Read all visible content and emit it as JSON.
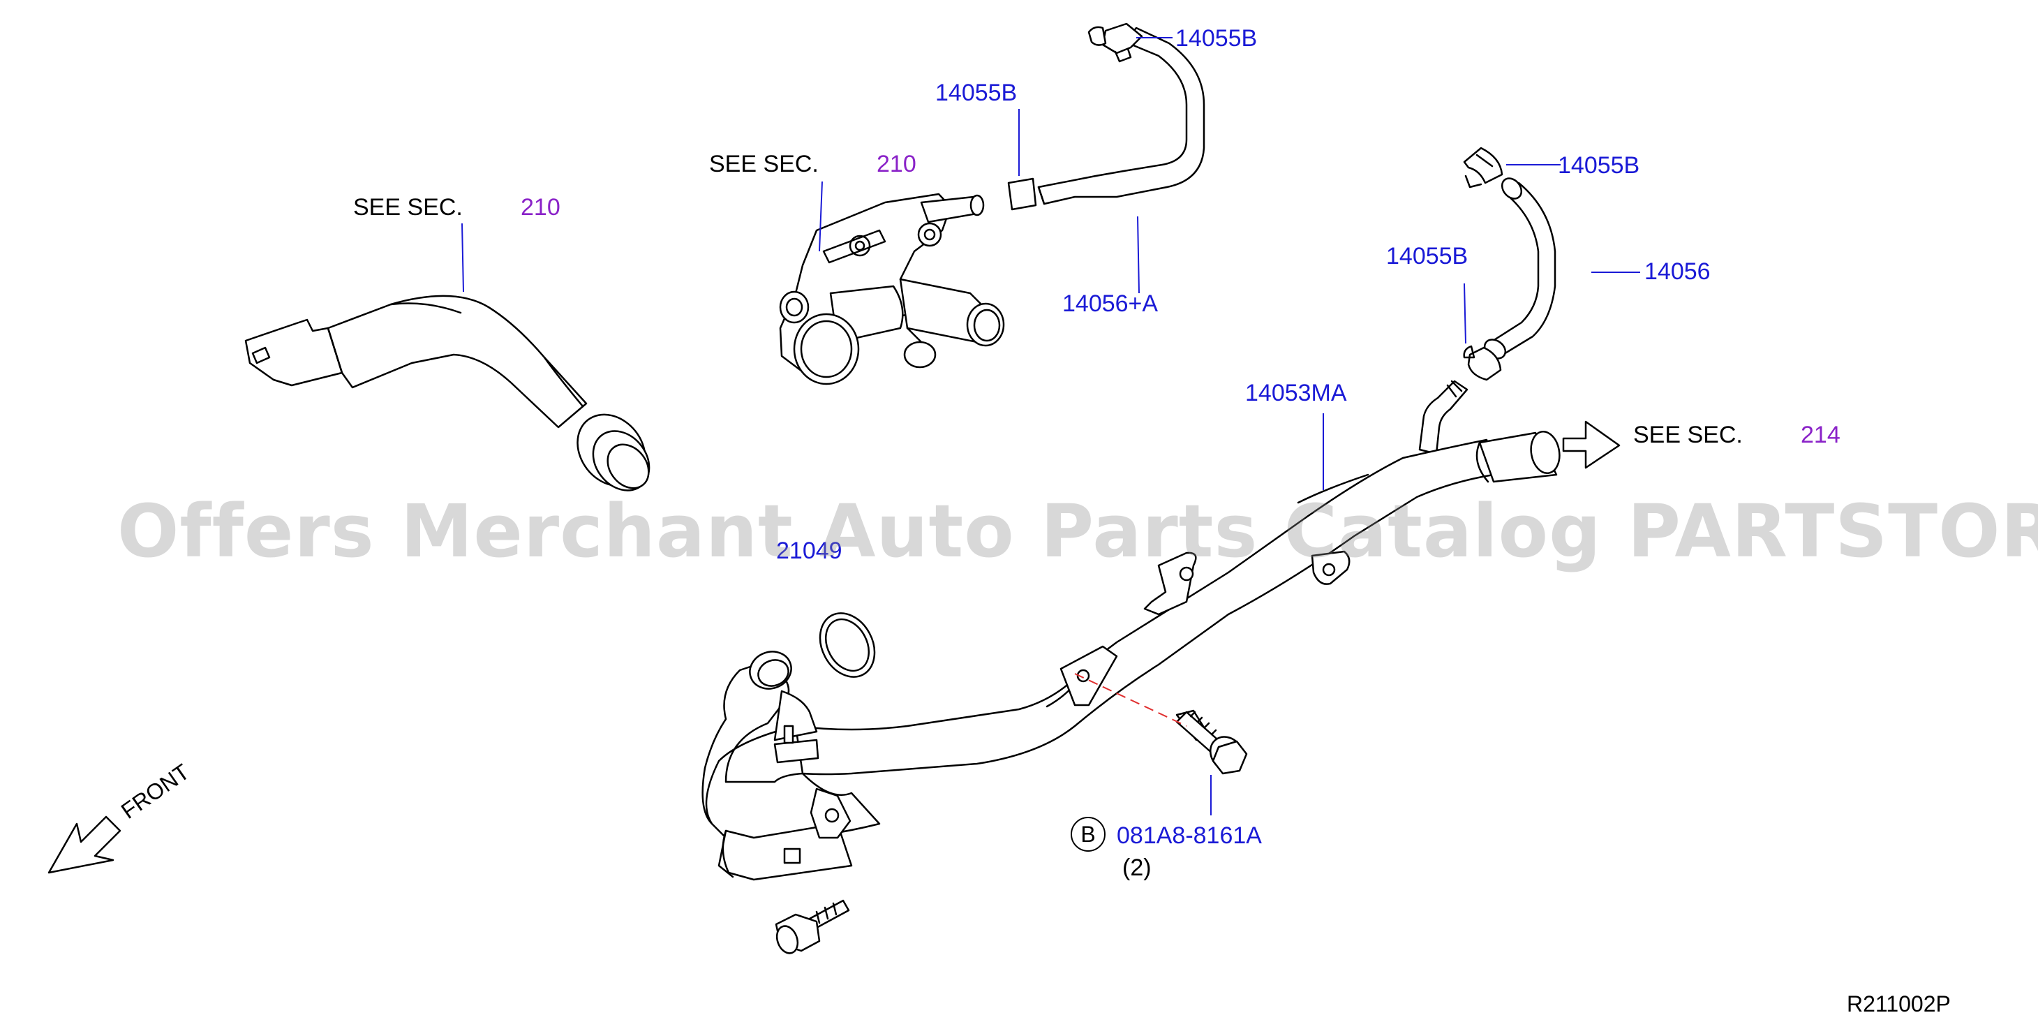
{
  "colors": {
    "part_number": "#1a1ad6",
    "section_number": "#8a22c8",
    "leader_line": "#1a1ad6",
    "outline": "#000000",
    "hidden_line": "#e03030",
    "watermark": "#8c8c8c"
  },
  "see_sec_label": "SEE   SEC.",
  "labels": {
    "see_sec_left_number": "210",
    "see_sec_top_number": "210",
    "see_sec_right_number": "214",
    "clamp_top_right": "14055B",
    "clamp_top_left": "14055B",
    "hose_top": "14056+A",
    "clamp_right_upper": "14055B",
    "clamp_right_lower": "14055B",
    "hose_right": "14056",
    "pipe_main": "14053MA",
    "oring_label": "21049",
    "bolt_circle_letter": "B",
    "bolt_part": "081A8-8161A",
    "bolt_qty": "(2)",
    "front_arrow": "FRONT",
    "diagram_id": "R211002P"
  },
  "watermark": "Offers Merchant Auto Parts Catalog PARTSTORE.SA",
  "icons": {
    "front_arrow": "front-arrow-icon",
    "see_sec_arrow": "right-arrow-icon"
  }
}
